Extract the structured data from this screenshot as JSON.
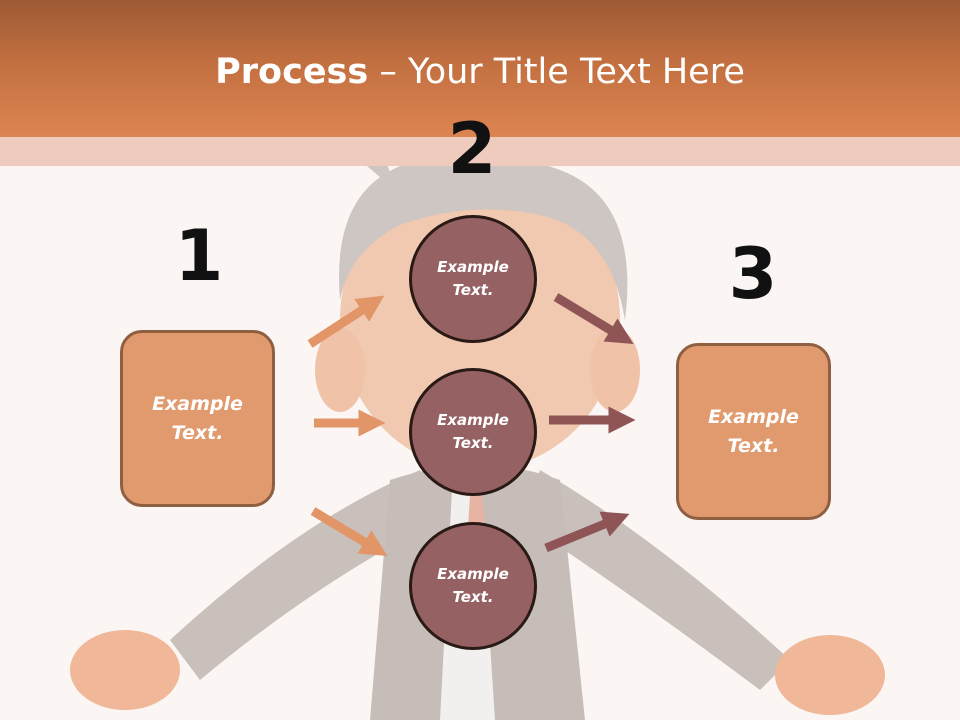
{
  "slide": {
    "title_bold": "Process",
    "title_rest": " – Your Title Text Here"
  },
  "steps": {
    "num1": "1",
    "num2": "2",
    "num3": "3"
  },
  "boxes": {
    "left": "Example Text.",
    "right": "Example Text."
  },
  "circles": [
    {
      "text": "Example Text."
    },
    {
      "text": "Example Text."
    },
    {
      "text": "Example Text."
    }
  ],
  "colors": {
    "header_top": "#9c5a35",
    "header_bottom": "#dd8552",
    "box_fill": "#e19a6e",
    "circle_fill": "#966163",
    "arrow_orange": "#e29567",
    "arrow_brown": "#8f5556"
  }
}
